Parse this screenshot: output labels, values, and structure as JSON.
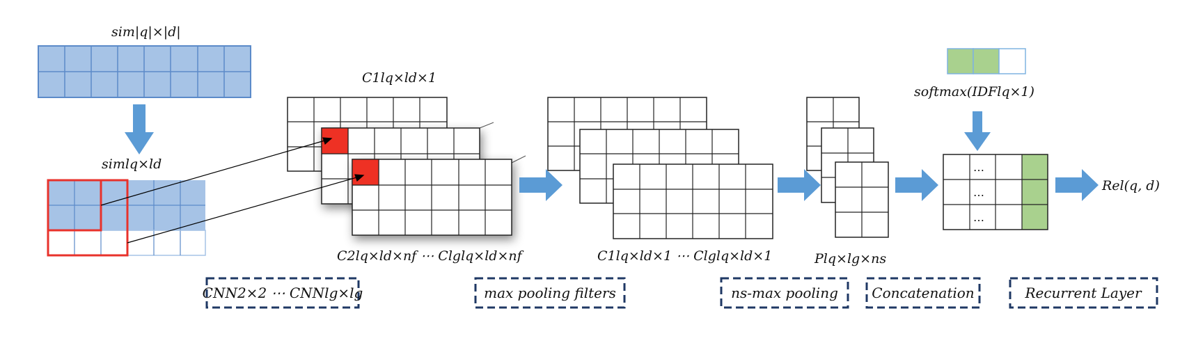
{
  "colors": {
    "blue_fill": "#a6c3e6",
    "blue_stroke": "#5b8ac9",
    "arrow_blue": "#5b9bd5",
    "red_fill": "#ee3124",
    "red_stroke": "#e8322b",
    "green_fill": "#a9d18e",
    "dash_border": "#1f3864"
  },
  "labels": {
    "sim_q_d": "sim|q|×|d|",
    "sim_lq_ld": "simlq×ld",
    "c1_lq_ld_1": "C1lq×ld×1",
    "c2_to_clg_nf": "C2lq×ld×nf ⋯ Clglq×ld×nf",
    "c1_to_clg_1": "C1lq×ld×1 ⋯ Clglq×ld×1",
    "p_lq_lg_ns": "Plq×lg×ns",
    "softmax_idf": "softmax(IDFlq×1)",
    "rel_qd": "Rel(q, d)"
  },
  "dots": [
    "…",
    "…",
    "…"
  ],
  "stages": {
    "cnn": "CNN2×2 ⋯ CNNlg×lg",
    "max_pooling": "max pooling filters",
    "ns_max_pooling": "ns-max pooling",
    "concatenation": "Concatenation",
    "recurrent": "Recurrent Layer"
  }
}
